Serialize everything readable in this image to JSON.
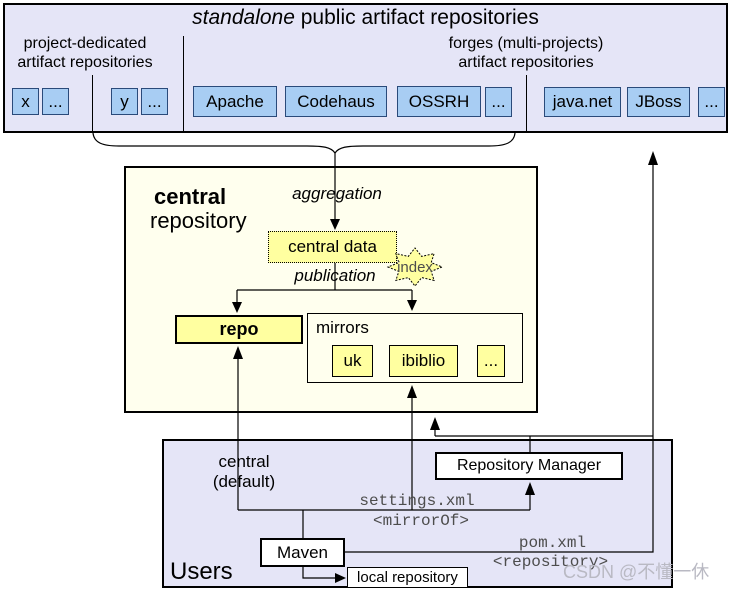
{
  "standalone": {
    "title_italic": "standalone",
    "title_rest": " public artifact repositories",
    "left_label": [
      "project-dedicated",
      "artifact repositories"
    ],
    "right_label": [
      "forges (multi-projects)",
      "artifact repositories"
    ],
    "project_group_a": [
      "x",
      "..."
    ],
    "project_group_b": [
      "y",
      "..."
    ],
    "forges_group_a": [
      "Apache",
      "Codehaus",
      "OSSRH",
      "..."
    ],
    "forges_group_b": [
      "java.net",
      "JBoss",
      "..."
    ]
  },
  "central": {
    "title": [
      "central",
      "repository"
    ],
    "aggregation": "aggregation",
    "central_data": "central data",
    "index": "index",
    "publication": "publication",
    "repo": "repo",
    "mirrors": "mirrors",
    "mirror_items": [
      "uk",
      "ibiblio",
      "..."
    ]
  },
  "users": {
    "title": "Users",
    "central_default": [
      "central",
      "(default)"
    ],
    "repository_manager": "Repository Manager",
    "settings": [
      "settings.xml",
      "<mirrorOf>"
    ],
    "maven": "Maven",
    "pom": [
      "pom.xml",
      "<repository>"
    ],
    "local_repository": "local repository"
  },
  "watermark": "CSDN @不懂一休",
  "colors": {
    "lavender": "#e5e5f7",
    "blue_fill": "#a8cdf3",
    "blue_border": "#2a4a7a",
    "ivory": "#ffffee",
    "yellow": "#ffffa0",
    "mono_gray": "#4d4d4d",
    "watermark_gray": "#b9b9c3"
  }
}
